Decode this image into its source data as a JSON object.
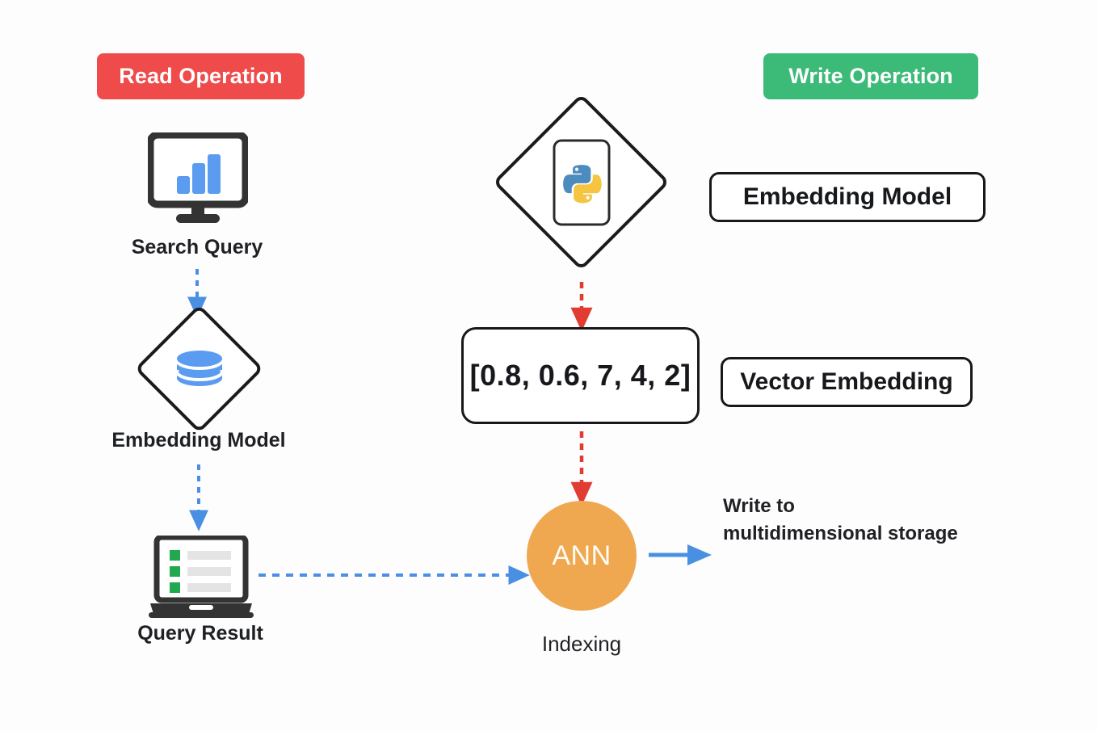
{
  "diagram": {
    "title_read": "Read Operation",
    "title_write": "Write Operation",
    "background": "#fdfdfd"
  },
  "colors": {
    "read_badge": "#ef4b4b",
    "write_badge": "#3cba78",
    "read_arrow": "#4a90e2",
    "write_arrow": "#e23b32",
    "ann_fill": "#efa850",
    "icon_blue": "#5b9bf0",
    "icon_dark": "#333333",
    "icon_green": "#22a84f",
    "python_blue": "#4b8bbe",
    "python_yellow": "#f5c542"
  },
  "read_column": {
    "badge": "Read Operation",
    "nodes": [
      {
        "icon": "monitor-bar-chart-icon",
        "label": "Search Query"
      },
      {
        "icon": "database-cylinder-icon",
        "label": "Embedding Model"
      },
      {
        "icon": "laptop-results-icon",
        "label": "Query Result"
      }
    ]
  },
  "write_column": {
    "badge": "Write Operation",
    "nodes": [
      {
        "icon": "python-logo-icon",
        "label": "Embedding Model"
      },
      {
        "value": "[0.8, 0.6, 7, 4, 2]",
        "label": "Vector Embedding"
      },
      {
        "value": "ANN",
        "label": "Indexing"
      }
    ],
    "vector_value": "[0.8, 0.6, 7, 4, 2]",
    "ann_value": "ANN",
    "ann_label": "Indexing",
    "output_text": "Write to\nmultidimensional storage"
  },
  "labels": {
    "search_query": "Search Query",
    "embedding_model_left": "Embedding Model",
    "query_result": "Query Result",
    "embedding_model_right": "Embedding Model",
    "vector_embedding_right": "Vector Embedding",
    "indexing": "Indexing"
  },
  "edges": [
    {
      "from": "Search Query",
      "to": "Embedding Model",
      "style": "dashed",
      "color": "#4a90e2",
      "direction": "down"
    },
    {
      "from": "Embedding Model",
      "to": "Query Result",
      "style": "dashed",
      "color": "#4a90e2",
      "direction": "down"
    },
    {
      "from": "Query Result",
      "to": "ANN",
      "style": "dashed",
      "color": "#4a90e2",
      "direction": "right"
    },
    {
      "from": "Embedding Model (Python)",
      "to": "Vector Embedding",
      "style": "dashed",
      "color": "#e23b32",
      "direction": "down"
    },
    {
      "from": "Vector Embedding",
      "to": "ANN",
      "style": "dashed",
      "color": "#e23b32",
      "direction": "down"
    },
    {
      "from": "ANN",
      "to": "Write to multidimensional storage",
      "style": "solid",
      "color": "#4a90e2",
      "direction": "right"
    }
  ]
}
